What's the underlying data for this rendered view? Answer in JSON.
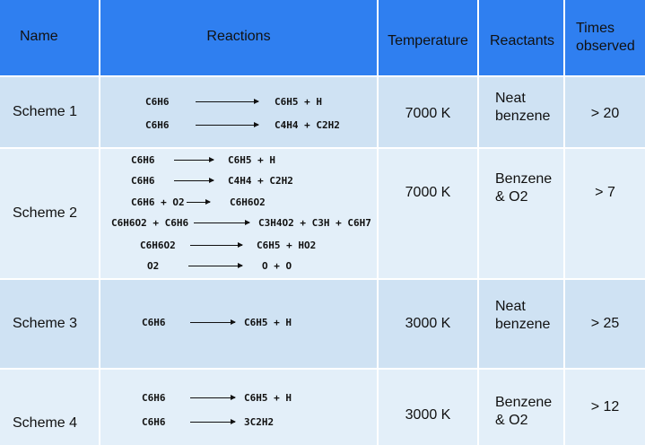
{
  "header": {
    "name": "Name",
    "reactions": "Reactions",
    "temperature": "Temperature",
    "reactants": "Reactants",
    "times_line1": "Times",
    "times_line2": "observed"
  },
  "rows": [
    {
      "name": "Scheme 1",
      "reactions": [
        {
          "lhs": "C6H6",
          "rhs": "C6H5 + H"
        },
        {
          "lhs": "C6H6",
          "rhs": "C4H4 + C2H2"
        }
      ],
      "temperature": "7000 K",
      "reactants_line1": "Neat",
      "reactants_line2": "benzene",
      "times": "> 20"
    },
    {
      "name": "Scheme 2",
      "reactions": [
        {
          "lhs": "C6H6",
          "rhs": "C6H5 + H"
        },
        {
          "lhs": "C6H6",
          "rhs": "C4H4 + C2H2"
        },
        {
          "lhs": "C6H6 + O2",
          "rhs": "C6H6O2"
        },
        {
          "lhs": "C6H6O2 + C6H6",
          "rhs": "C3H4O2 + C3H + C6H7"
        },
        {
          "lhs": "C6H6O2",
          "rhs": "C6H5 + HO2"
        },
        {
          "lhs": "O2",
          "rhs": "O + O"
        }
      ],
      "temperature": "7000 K",
      "reactants_line1": "Benzene",
      "reactants_line2": "& O2",
      "times": "> 7"
    },
    {
      "name": "Scheme 3",
      "reactions": [
        {
          "lhs": "C6H6",
          "rhs": "C6H5 + H"
        }
      ],
      "temperature": "3000 K",
      "reactants_line1": "Neat",
      "reactants_line2": "benzene",
      "times": "> 25"
    },
    {
      "name": "Scheme 4",
      "reactions": [
        {
          "lhs": "C6H6",
          "rhs": "C6H5 + H"
        },
        {
          "lhs": "C6H6",
          "rhs": "3C2H2"
        }
      ],
      "temperature": "3000 K",
      "reactants_line1": "Benzene",
      "reactants_line2": "& O2",
      "times": "> 12"
    }
  ]
}
